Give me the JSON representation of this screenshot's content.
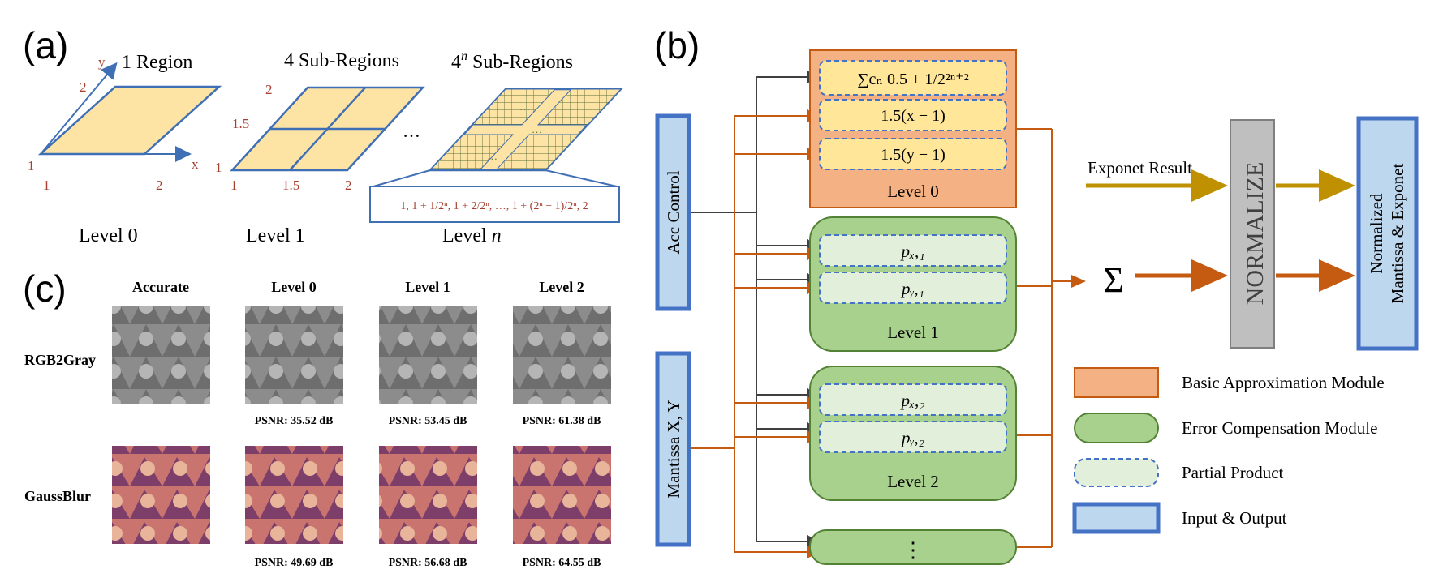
{
  "panel_a": {
    "label": "(a)",
    "axis_y": "y",
    "axis_x": "x",
    "title_level0": "1 Region",
    "title_level1": "4 Sub-Regions",
    "title_leveln_base": "4",
    "title_leveln_exp": "n",
    "title_leveln_rest": " Sub-Regions",
    "level0_ticks": {
      "y_top": "2",
      "y_bottom": "1",
      "x_left": "1",
      "x_right": "2"
    },
    "level1_ticks": {
      "y_top": "2",
      "y_mid": "1.5",
      "y_bottom": "1",
      "x_left": "1",
      "x_mid": "1.5",
      "x_right": "2"
    },
    "ellipsis_between": "…",
    "grid_ellipsis": "…",
    "leveln_formula": "1, 1 + 1/2ⁿ, 1 + 2/2ⁿ, …, 1 + (2ⁿ − 1)/2ⁿ, 2",
    "caption_level0": "Level 0",
    "caption_level1": "Level 1",
    "caption_leveln_word": "Level ",
    "caption_leveln_var": "n"
  },
  "panel_b": {
    "label": "(b)",
    "input_acc": "Acc Control",
    "input_mantissa": "Mantissa X, Y",
    "level0_rows": [
      "∑cₙ  0.5 + 1/2²ⁿ⁺²",
      "1.5(x − 1)",
      "1.5(y − 1)"
    ],
    "level0_caption": "Level 0",
    "level1_rows": [
      "pₓ,₁",
      "pᵧ,₁"
    ],
    "level1_caption": "Level 1",
    "level2_rows": [
      "pₓ,₂",
      "pᵧ,₂"
    ],
    "level2_caption": "Level 2",
    "more_levels": "⋮",
    "sum_symbol": "Σ",
    "exponent_result": "Exponet Result",
    "normalize": "NORMALIZE",
    "output_line1": "Normalized",
    "output_line2": "Mantissa & Exponet",
    "legend": [
      {
        "label": "Basic Approximation Module"
      },
      {
        "label": "Error Compensation Module"
      },
      {
        "label": "Partial Product"
      },
      {
        "label": "Input & Output"
      }
    ]
  },
  "panel_c": {
    "label": "(c)",
    "columns": [
      "Accurate",
      "Level 0",
      "Level 1",
      "Level 2"
    ],
    "rows": [
      {
        "name": "RGB2Gray",
        "psnr": [
          "PSNR: 35.52 dB",
          "PSNR: 53.45 dB",
          "PSNR: 61.38 dB"
        ]
      },
      {
        "name": "GaussBlur",
        "psnr": [
          "PSNR: 49.69 dB",
          "PSNR: 56.68 dB",
          "PSNR: 64.55 dB"
        ]
      }
    ]
  },
  "colors": {
    "region_fill": "#fde3a4",
    "axis_blue": "#3f6fb5",
    "tick_red": "#a5402f",
    "orange_module": "#f4b183",
    "green_module": "#a9d18e",
    "partial_fill": "#e2efda",
    "io_fill": "#bdd7ee",
    "io_border": "#4472c4",
    "wire_orange": "#c55a11",
    "wire_gold": "#bf9000",
    "normalize_gray": "#bfbfbf"
  }
}
